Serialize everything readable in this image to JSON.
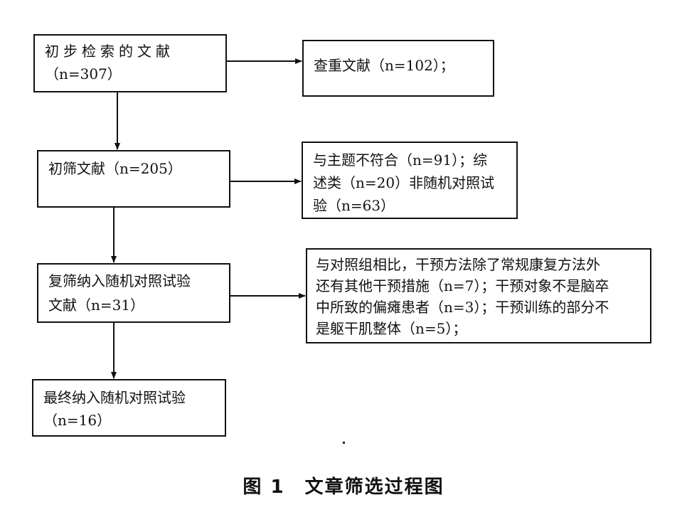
{
  "flowchart": {
    "initial_search": {
      "line1": "初步检索的文献",
      "line2": "（n=307）"
    },
    "duplicates": {
      "line1": "查重文献（n=102）；"
    },
    "initial_screen": {
      "line1": "初筛文献（n=205）"
    },
    "excluded_initial": {
      "line1": "与主题不符合（n=91）；综",
      "line2": "述类（n=20）非随机对照试",
      "line3": "验（n=63）"
    },
    "rescreen": {
      "line1": "复筛纳入随机对照试验",
      "line2": "文献（n=31）"
    },
    "excluded_rescreen": {
      "line1": "与对照组相比，干预方法除了常规康复方法外",
      "line2": "还有其他干预措施（n=7）；干预对象不是脑卒",
      "line3": "中所致的偏瘫患者（n=3）；干预训练的部分不",
      "line4": "是躯干肌整体（n=5）；"
    },
    "final_included": {
      "line1": "最终纳入随机对照试验",
      "line2": "（n=16）"
    }
  },
  "caption": "图 1　文章筛选过程图",
  "colors": {
    "line": "#111111",
    "background": "#ffffff"
  }
}
